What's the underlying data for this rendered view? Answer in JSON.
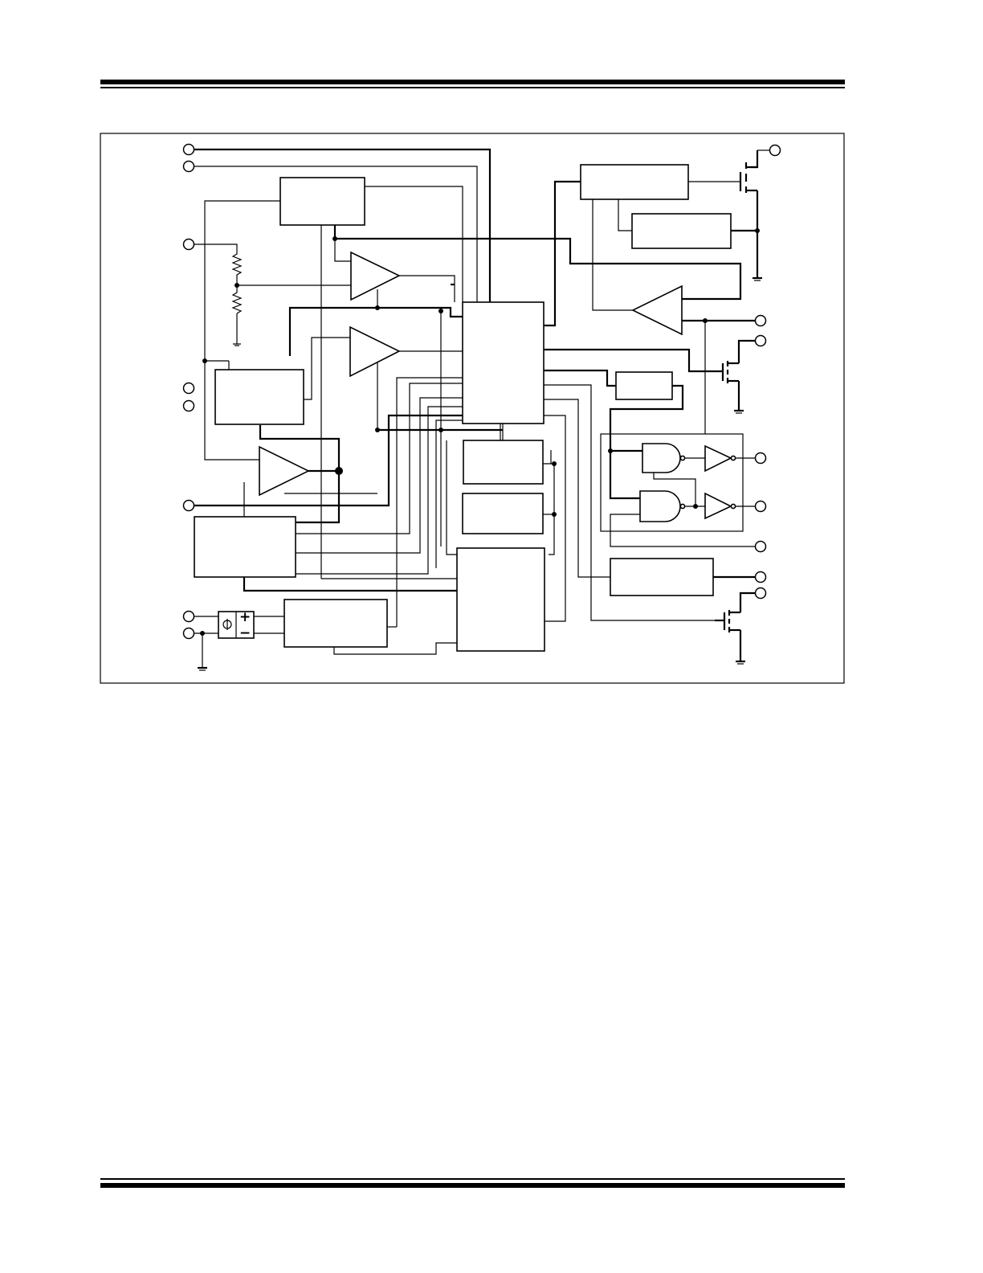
{
  "page": {
    "header_rule": "double-rule",
    "footer_rule": "double-rule"
  },
  "diagram": {
    "kind": "functional block diagram",
    "labels": {
      "plus_sign": "+",
      "minus_sign": "−"
    },
    "colors": {
      "line": "#000000",
      "background": "#ffffff"
    }
  }
}
